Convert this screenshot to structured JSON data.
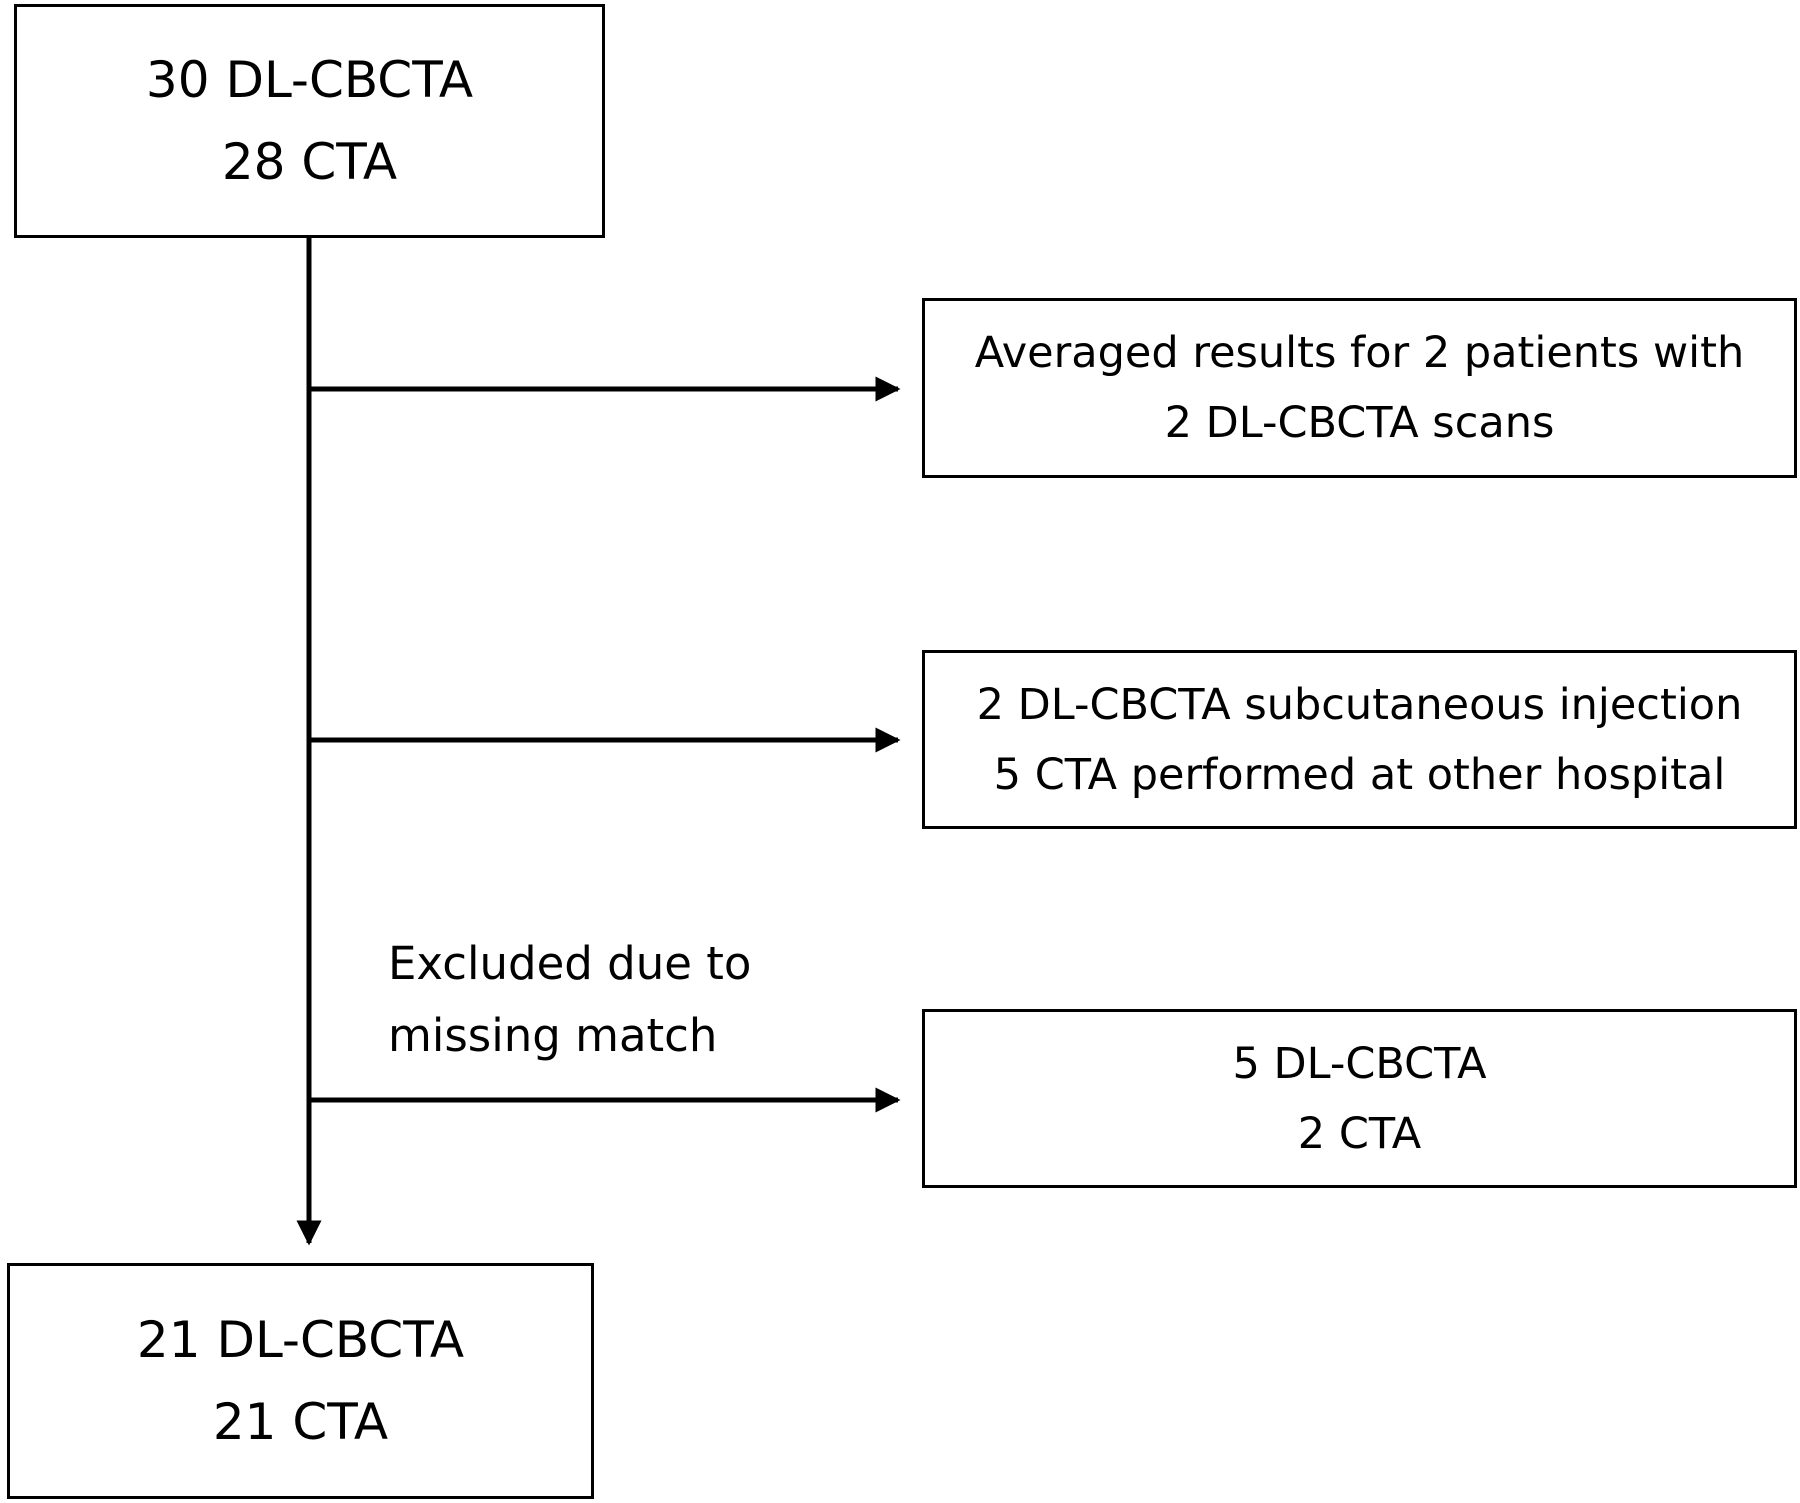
{
  "start": {
    "line1": "30 DL-CBCTA",
    "line2": "28 CTA"
  },
  "steps": [
    {
      "line1": "Averaged results for 2 patients with",
      "line2": "2 DL-CBCTA scans"
    },
    {
      "line1": "2 DL-CBCTA subcutaneous injection",
      "line2": "5 CTA performed at other hospital"
    },
    {
      "line1": "5 DL-CBCTA",
      "line2": "2 CTA"
    }
  ],
  "excluded_label": {
    "line1": "Excluded due to",
    "line2": "missing match"
  },
  "end": {
    "line1": "21 DL-CBCTA",
    "line2": "21 CTA"
  }
}
